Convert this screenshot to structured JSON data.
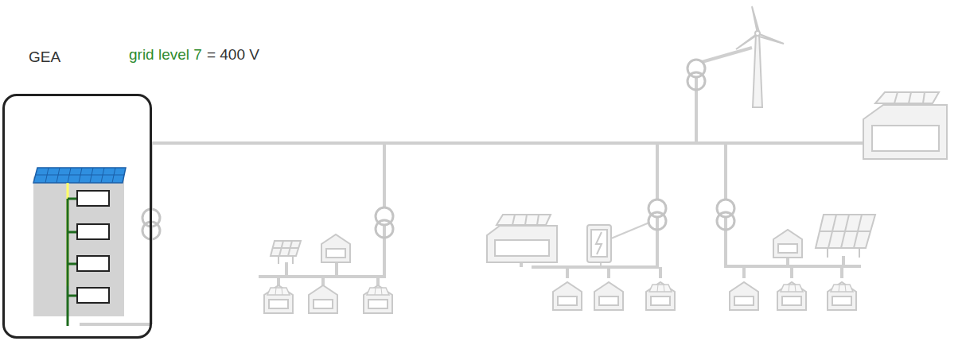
{
  "diagram": {
    "nodes": [
      {
        "text": [
          "GEA"
        ]
      }
    ],
    "labels": [
      "grid level 7",
      "= 400 V"
    ]
  }
}
